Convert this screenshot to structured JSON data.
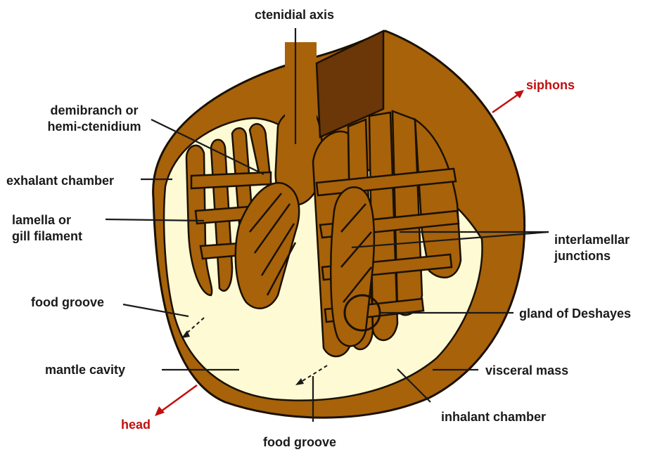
{
  "colors": {
    "tissue": "#a7620a",
    "tissue_dark": "#7a420c",
    "outline": "#1a1000",
    "cavity": "#fefad4",
    "cut_face": "#6b3608",
    "label_text": "#1a1a1a",
    "direction_label": "#c01010"
  },
  "labels": {
    "ctenidial_axis": "ctenidial axis",
    "demibranch": [
      "demibranch or",
      "hemi-ctenidium"
    ],
    "exhalant_chamber": "exhalant chamber",
    "lamella": [
      "lamella or",
      "gill filament"
    ],
    "food_groove_left": "food groove",
    "mantle_cavity": "mantle cavity",
    "head": "head",
    "food_groove_bottom": "food groove",
    "siphons": "siphons",
    "interlamellar": [
      "interlamellar",
      "junctions"
    ],
    "gland": "gland of Deshayes",
    "visceral_mass": "visceral mass",
    "inhalant_chamber": "inhalant chamber"
  }
}
